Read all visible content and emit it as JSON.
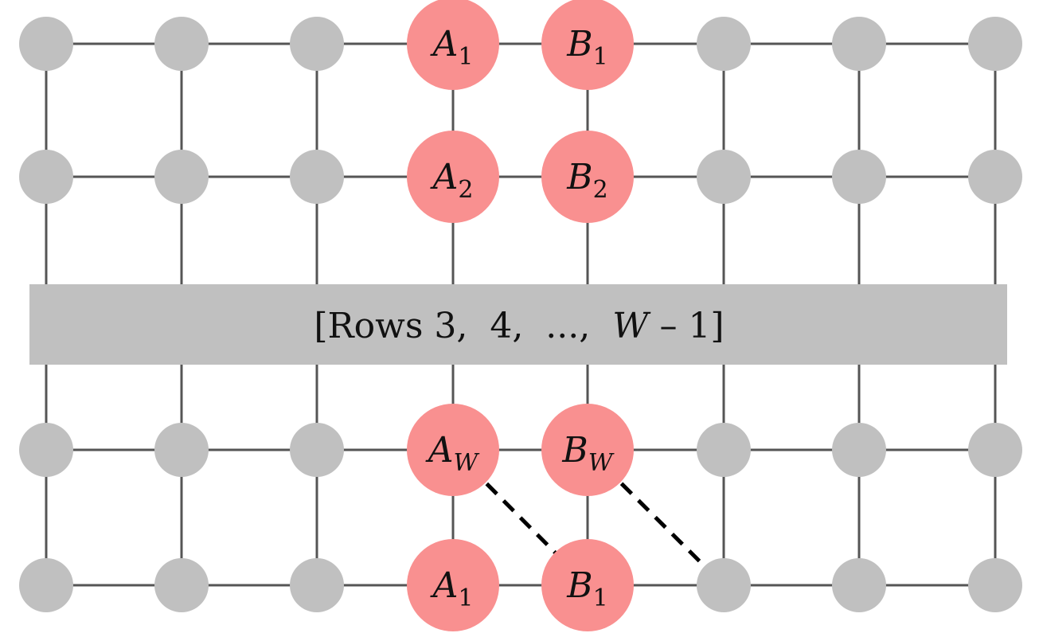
{
  "grid": {
    "columns": 8,
    "rows": 4,
    "highlighted": [
      {
        "col": 3,
        "row": 0,
        "letter": "A",
        "sub": "1"
      },
      {
        "col": 4,
        "row": 0,
        "letter": "B",
        "sub": "1"
      },
      {
        "col": 3,
        "row": 1,
        "letter": "A",
        "sub": "2"
      },
      {
        "col": 4,
        "row": 1,
        "letter": "B",
        "sub": "2"
      },
      {
        "col": 3,
        "row": 2,
        "letter": "A",
        "sub": "W",
        "sub_italic": true
      },
      {
        "col": 4,
        "row": 2,
        "letter": "B",
        "sub": "W",
        "sub_italic": true
      },
      {
        "col": 3,
        "row": 3,
        "letter": "A",
        "sub": "1"
      },
      {
        "col": 4,
        "row": 3,
        "letter": "B",
        "sub": "1"
      }
    ],
    "dashed_edges": [
      {
        "from": [
          3,
          2
        ],
        "to": [
          4,
          3
        ]
      },
      {
        "from": [
          4,
          2
        ],
        "to": [
          5,
          3
        ]
      }
    ]
  },
  "band": {
    "open": "[Rows 3,  4,  ...,  ",
    "var": "W",
    "close": " – 1]"
  },
  "colors": {
    "plain_node": "#c0c0c0",
    "highlight_node": "#f99090",
    "edge": "#555555",
    "band": "#c0c0c0"
  }
}
